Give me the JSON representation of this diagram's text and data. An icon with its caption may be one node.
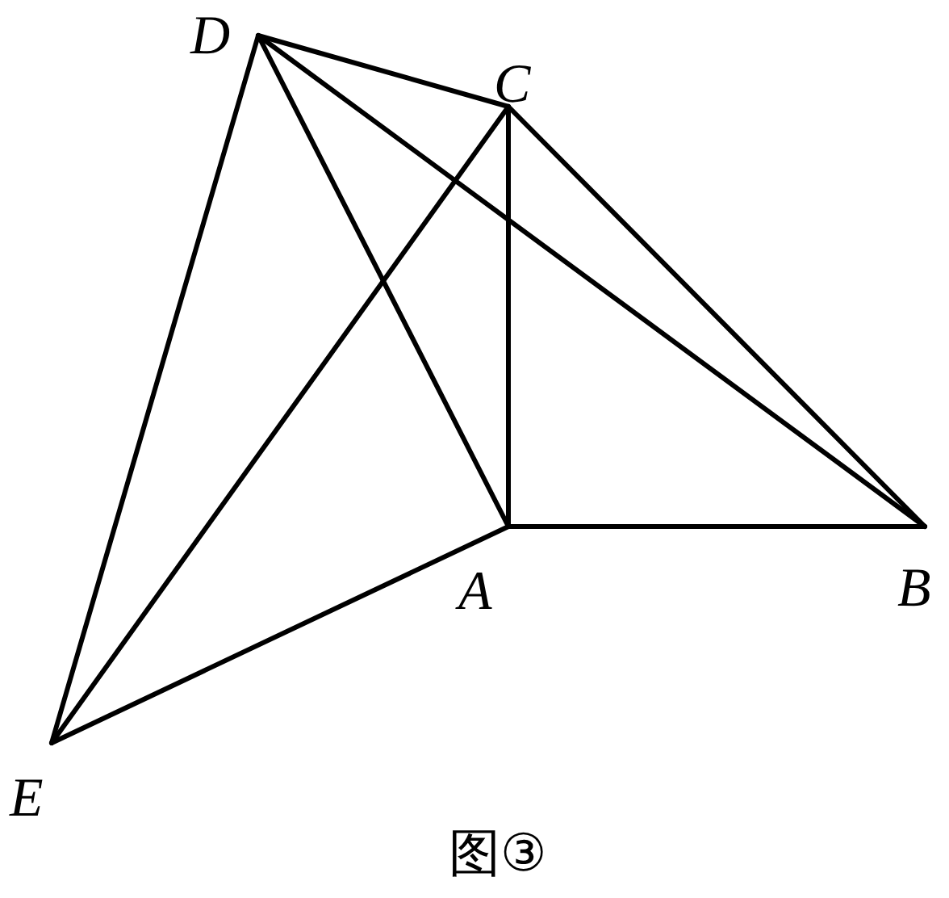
{
  "diagram": {
    "caption": "图③",
    "nodes": [
      {
        "text": [
          "D"
        ]
      },
      {
        "text": [
          "C"
        ]
      },
      {
        "text": [
          "A"
        ]
      },
      {
        "text": [
          "B"
        ]
      },
      {
        "text": [
          "E"
        ]
      }
    ],
    "edges": [
      {
        "from": 0,
        "to": 1,
        "arrow": "none"
      },
      {
        "from": 0,
        "to": 3,
        "arrow": "none"
      },
      {
        "from": 0,
        "to": 2,
        "arrow": "none"
      },
      {
        "from": 0,
        "to": 4,
        "arrow": "none"
      },
      {
        "from": 1,
        "to": 2,
        "arrow": "none"
      },
      {
        "from": 1,
        "to": 3,
        "arrow": "none"
      },
      {
        "from": 1,
        "to": 4,
        "arrow": "none"
      },
      {
        "from": 2,
        "to": 3,
        "arrow": "none"
      },
      {
        "from": 2,
        "to": 4,
        "arrow": "none"
      }
    ]
  }
}
